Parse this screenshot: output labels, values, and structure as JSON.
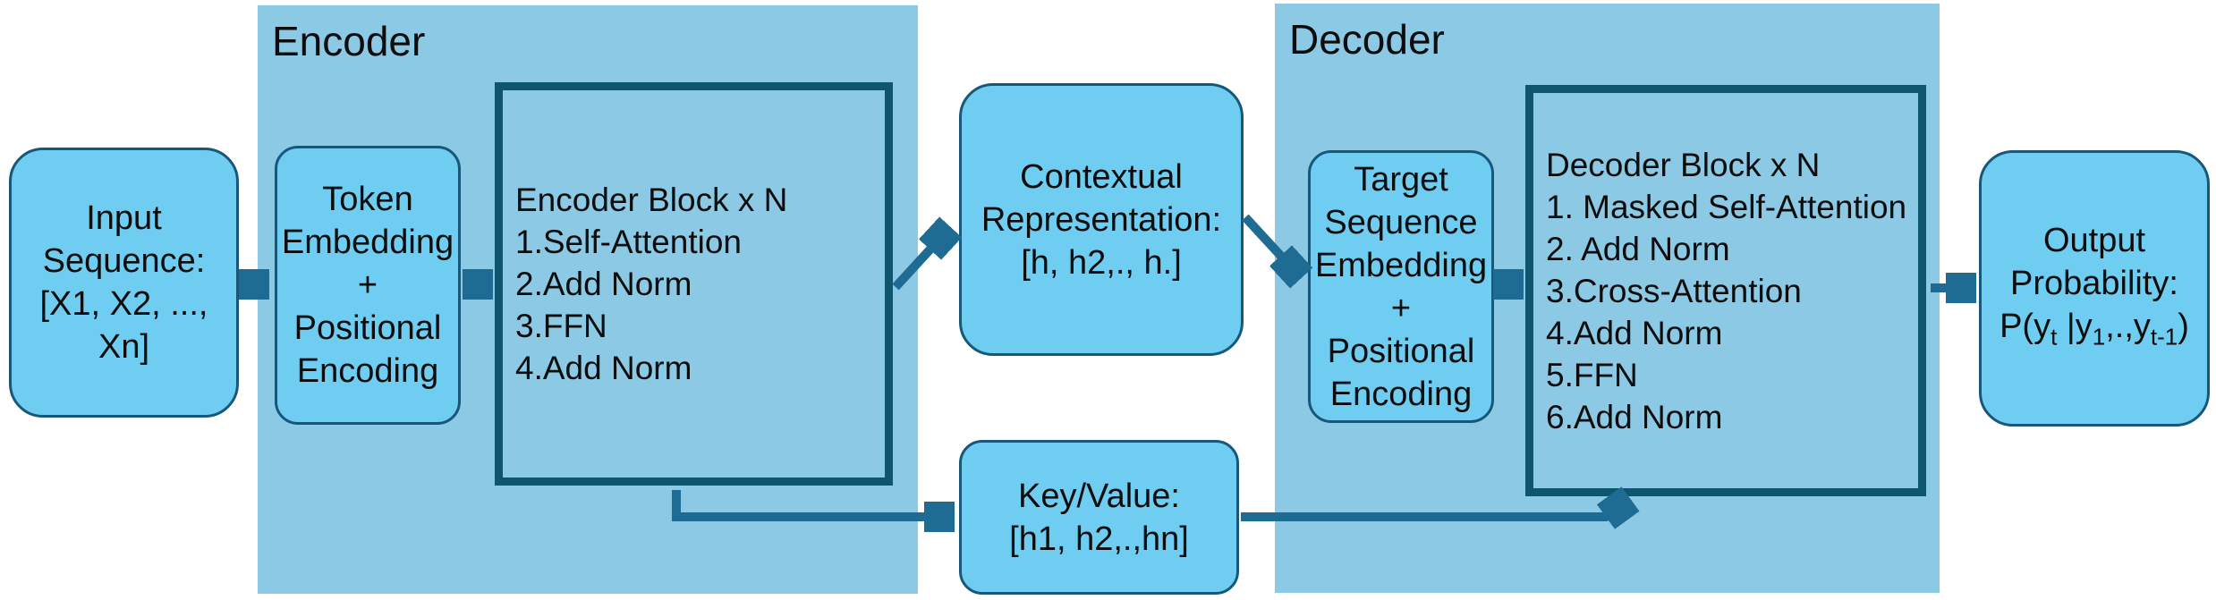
{
  "colors": {
    "background": "#FFFFFF",
    "container_fill": "#8CC9E5",
    "box_fill": "#6FCDF1",
    "box_border": "#17587A",
    "block_border": "#0D566E",
    "arrow": "#1E6B94",
    "text": "#111111"
  },
  "encoder": {
    "label": "Encoder",
    "block_lines": [
      "Encoder Block x N",
      "1.Self-Attention",
      "2.Add Norm",
      "3.FFN",
      "4.Add Norm"
    ]
  },
  "decoder": {
    "label": "Decoder",
    "block_lines": [
      "Decoder Block x N",
      "1. Masked Self-Attention",
      "2. Add Norm",
      "3.Cross-Attention",
      "4.Add Norm",
      "5.FFN",
      "6.Add Norm"
    ]
  },
  "input_box": {
    "lines": [
      "Input",
      "Sequence:",
      "[X1, X2, ..., Xn]"
    ]
  },
  "token_box": {
    "lines": [
      "Token",
      "Embedding",
      "+",
      "Positional",
      "Encoding"
    ]
  },
  "contextual_box": {
    "lines": [
      "Contextual",
      "Representation:",
      "[h, h2,., h.]"
    ]
  },
  "keyvalue_box": {
    "lines": [
      "Key/Value:",
      "[h1, h2,.,hn]"
    ]
  },
  "target_box": {
    "lines": [
      "Target",
      "Sequence",
      "Embedding",
      "+",
      "Positional",
      "Encoding"
    ]
  },
  "output_box": {
    "lines": [
      "Output",
      "Probability:"
    ],
    "formula": {
      "pre": "P(y",
      "sub1": "t",
      "mid1": " |y",
      "sub2": "1",
      "mid2": ",.,y",
      "sub3": "t-1",
      "post": ")"
    }
  }
}
